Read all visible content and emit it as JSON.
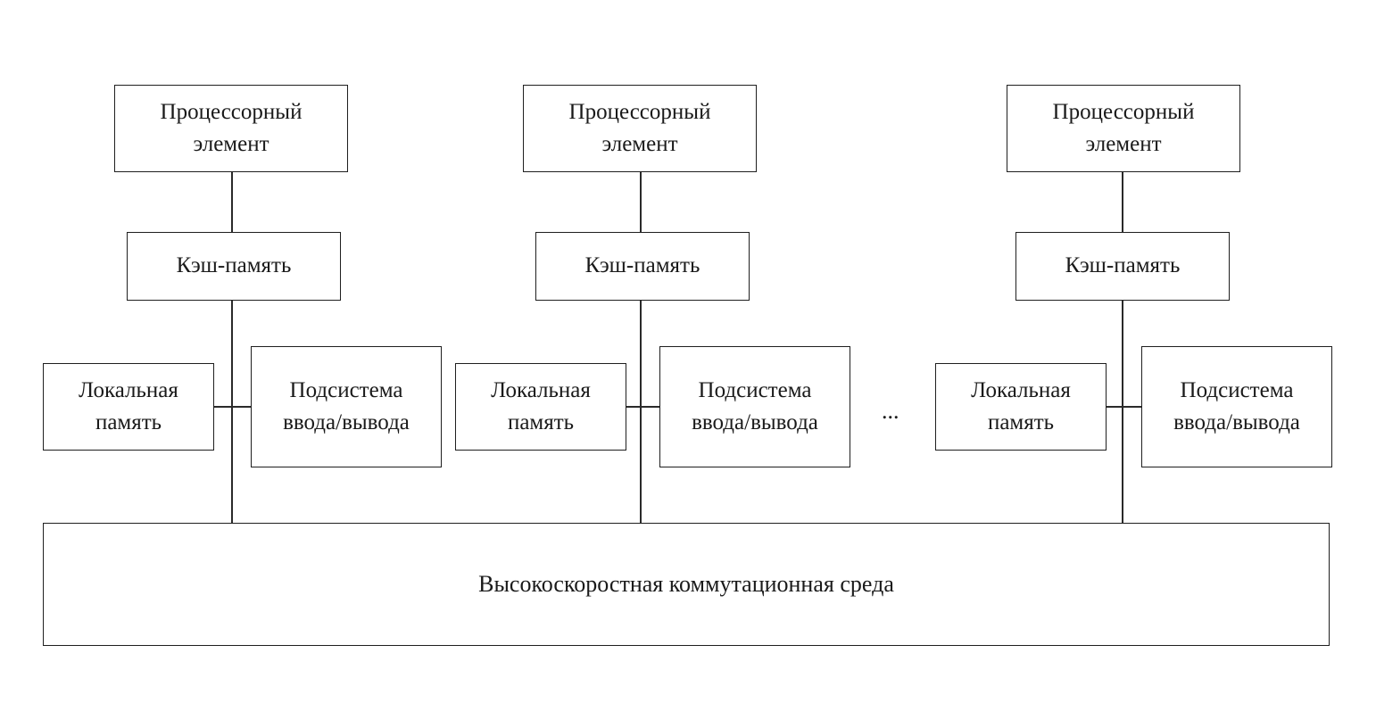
{
  "diagram": {
    "clusters": [
      {
        "processor": "Процессорный элемент",
        "cache": "Кэш-память",
        "local_memory": "Локальная память",
        "io": "Подсистема ввода/вывода"
      },
      {
        "processor": "Процессорный элемент",
        "cache": "Кэш-память",
        "local_memory": "Локальная память",
        "io": "Подсистема ввода/вывода"
      },
      {
        "processor": "Процессорный элемент",
        "cache": "Кэш-память",
        "local_memory": "Локальная память",
        "io": "Подсистема ввода/вывода"
      }
    ],
    "ellipsis": "...",
    "bus": "Высокоскоростная коммутационная среда"
  }
}
